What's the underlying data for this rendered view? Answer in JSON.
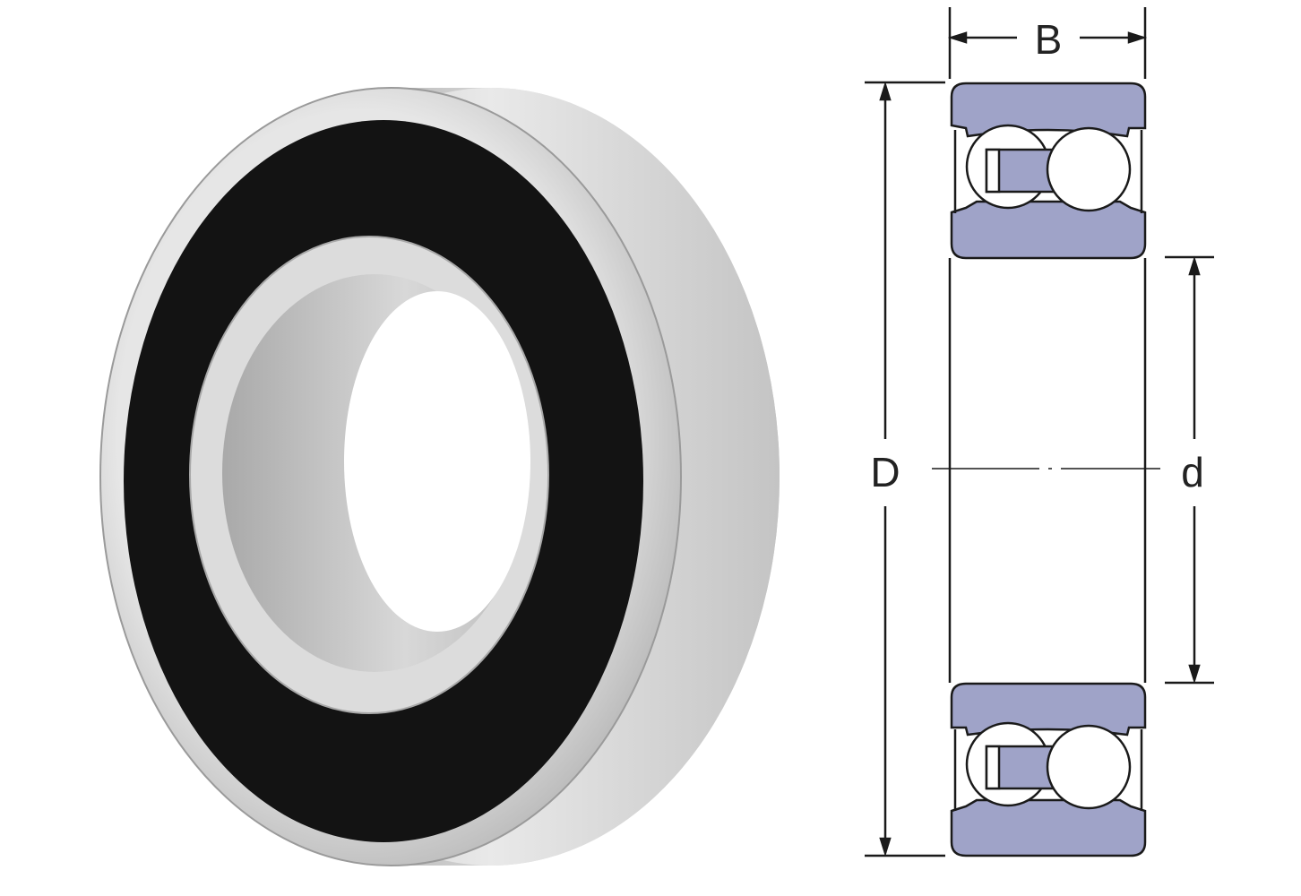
{
  "diagram": {
    "labels": {
      "width": "B",
      "outer_diameter": "D",
      "bore_diameter": "d"
    },
    "colors": {
      "ring_fill": "#9fa3c8",
      "outline": "#1a1a1a",
      "seal": "#121212",
      "steel": "#d9d9d9"
    }
  }
}
